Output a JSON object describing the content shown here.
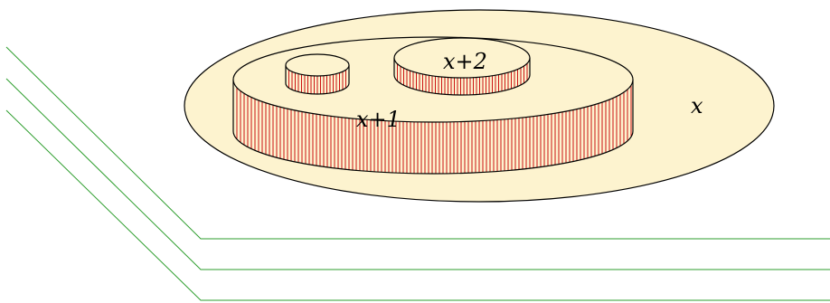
{
  "labels": {
    "outer": "x",
    "middle": "x+1",
    "inner": "x+2"
  },
  "colors": {
    "fill": "#fdf3cf",
    "outline": "#000000",
    "hatch": "#cc1111",
    "lines": "#2e9e2e"
  }
}
